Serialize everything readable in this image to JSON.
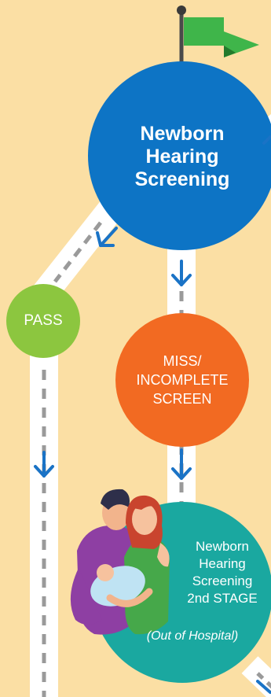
{
  "colors": {
    "background": "#fbdfa4",
    "path": "#ffffff",
    "dash": "#9a9a9a",
    "arrow": "#1a73c6",
    "screening": "#0d74c5",
    "pass": "#8cc63f",
    "miss": "#f26a22",
    "second_stage": "#1aa8a0",
    "flag": "#3fb54a"
  },
  "nodes": {
    "screening": {
      "lines": [
        "Newborn",
        "Hearing",
        "Screening"
      ]
    },
    "pass": {
      "label": "PASS"
    },
    "miss": {
      "lines": [
        "MISS/",
        "INCOMPLETE",
        "SCREEN"
      ]
    },
    "second_stage": {
      "lines": [
        "Newborn",
        "Hearing",
        "Screening",
        "2nd STAGE"
      ],
      "note": "(Out of Hospital)"
    }
  },
  "illustration": {
    "subject": "parents-holding-newborn"
  },
  "icons": {
    "flag": "flag-icon",
    "arrow": "arrow-down-icon"
  }
}
